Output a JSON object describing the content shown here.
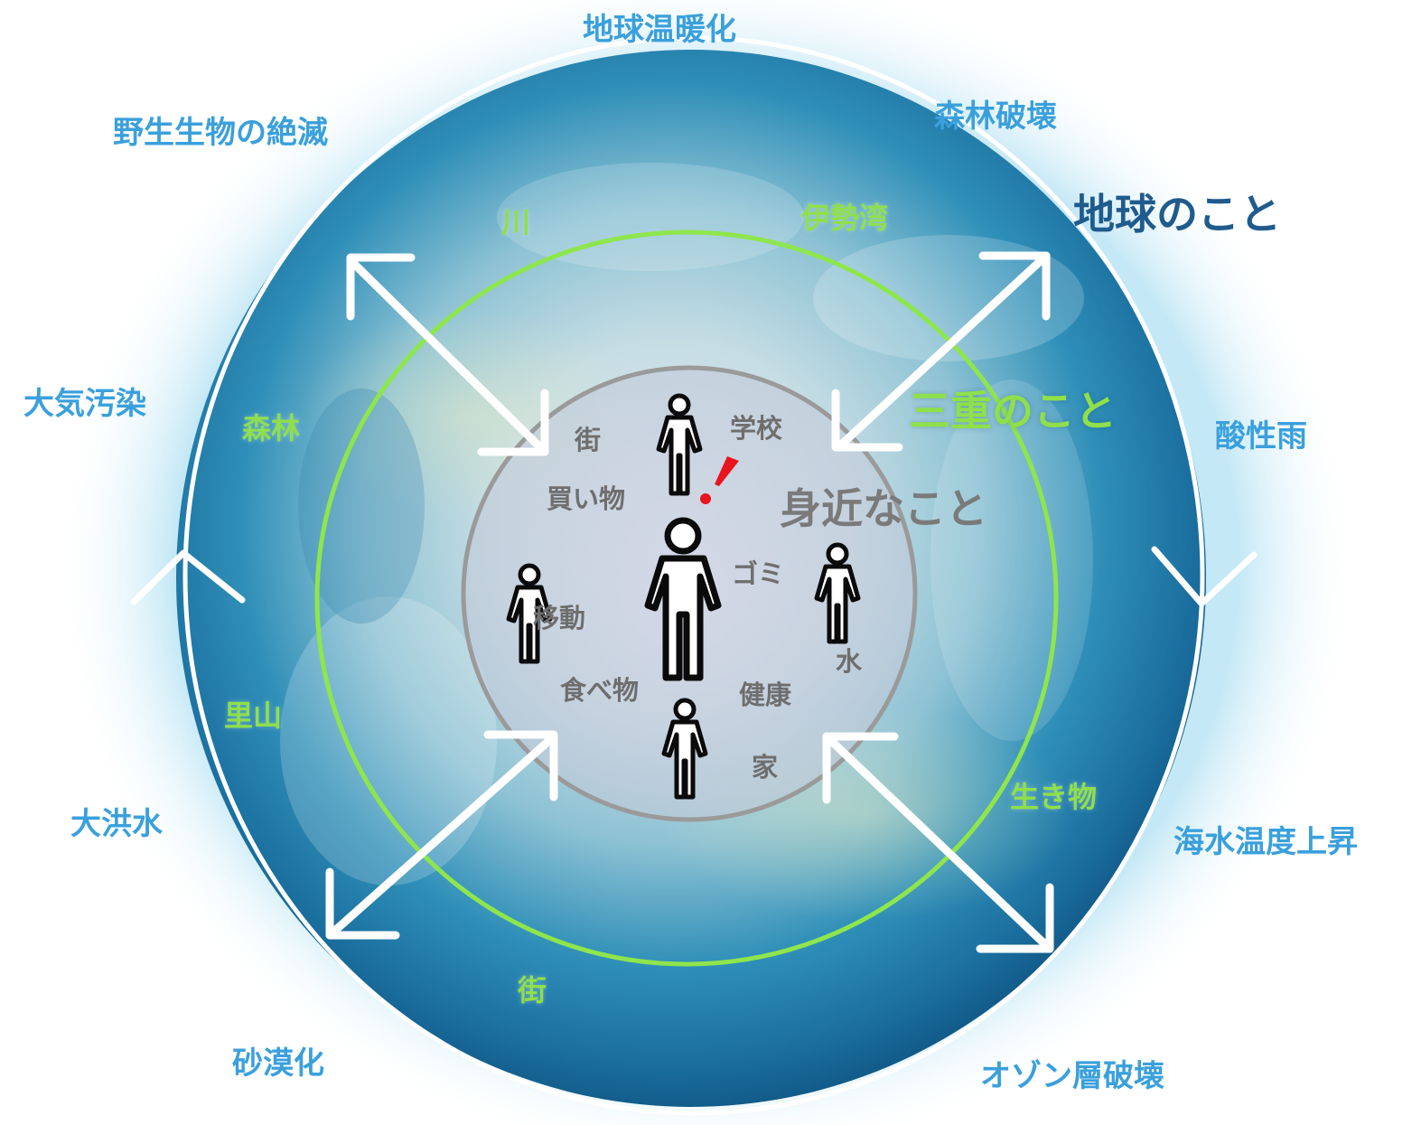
{
  "headings": {
    "global": "地球のこと",
    "mie": "三重のこと",
    "near": "身近なこと"
  },
  "global_issues": [
    "地球温暖化",
    "森林破壊",
    "野生生物の絶滅",
    "大気汚染",
    "酸性雨",
    "大洪水",
    "海水温度上昇",
    "砂漠化",
    "オゾン層破壊"
  ],
  "mie_items": [
    "川",
    "伊勢湾",
    "森林",
    "里山",
    "生き物",
    "街"
  ],
  "near_items": [
    "街",
    "学校",
    "買い物",
    "ゴミ",
    "移動",
    "水",
    "食べ物",
    "健康",
    "家"
  ],
  "exclamation": "!",
  "colors": {
    "global_text": "#3aa0dc",
    "global_heading": "#1f5b8c",
    "mie_green": "#8fe04a",
    "near_gray": "#6e6e6e",
    "exclamation_red": "#e8141e"
  }
}
